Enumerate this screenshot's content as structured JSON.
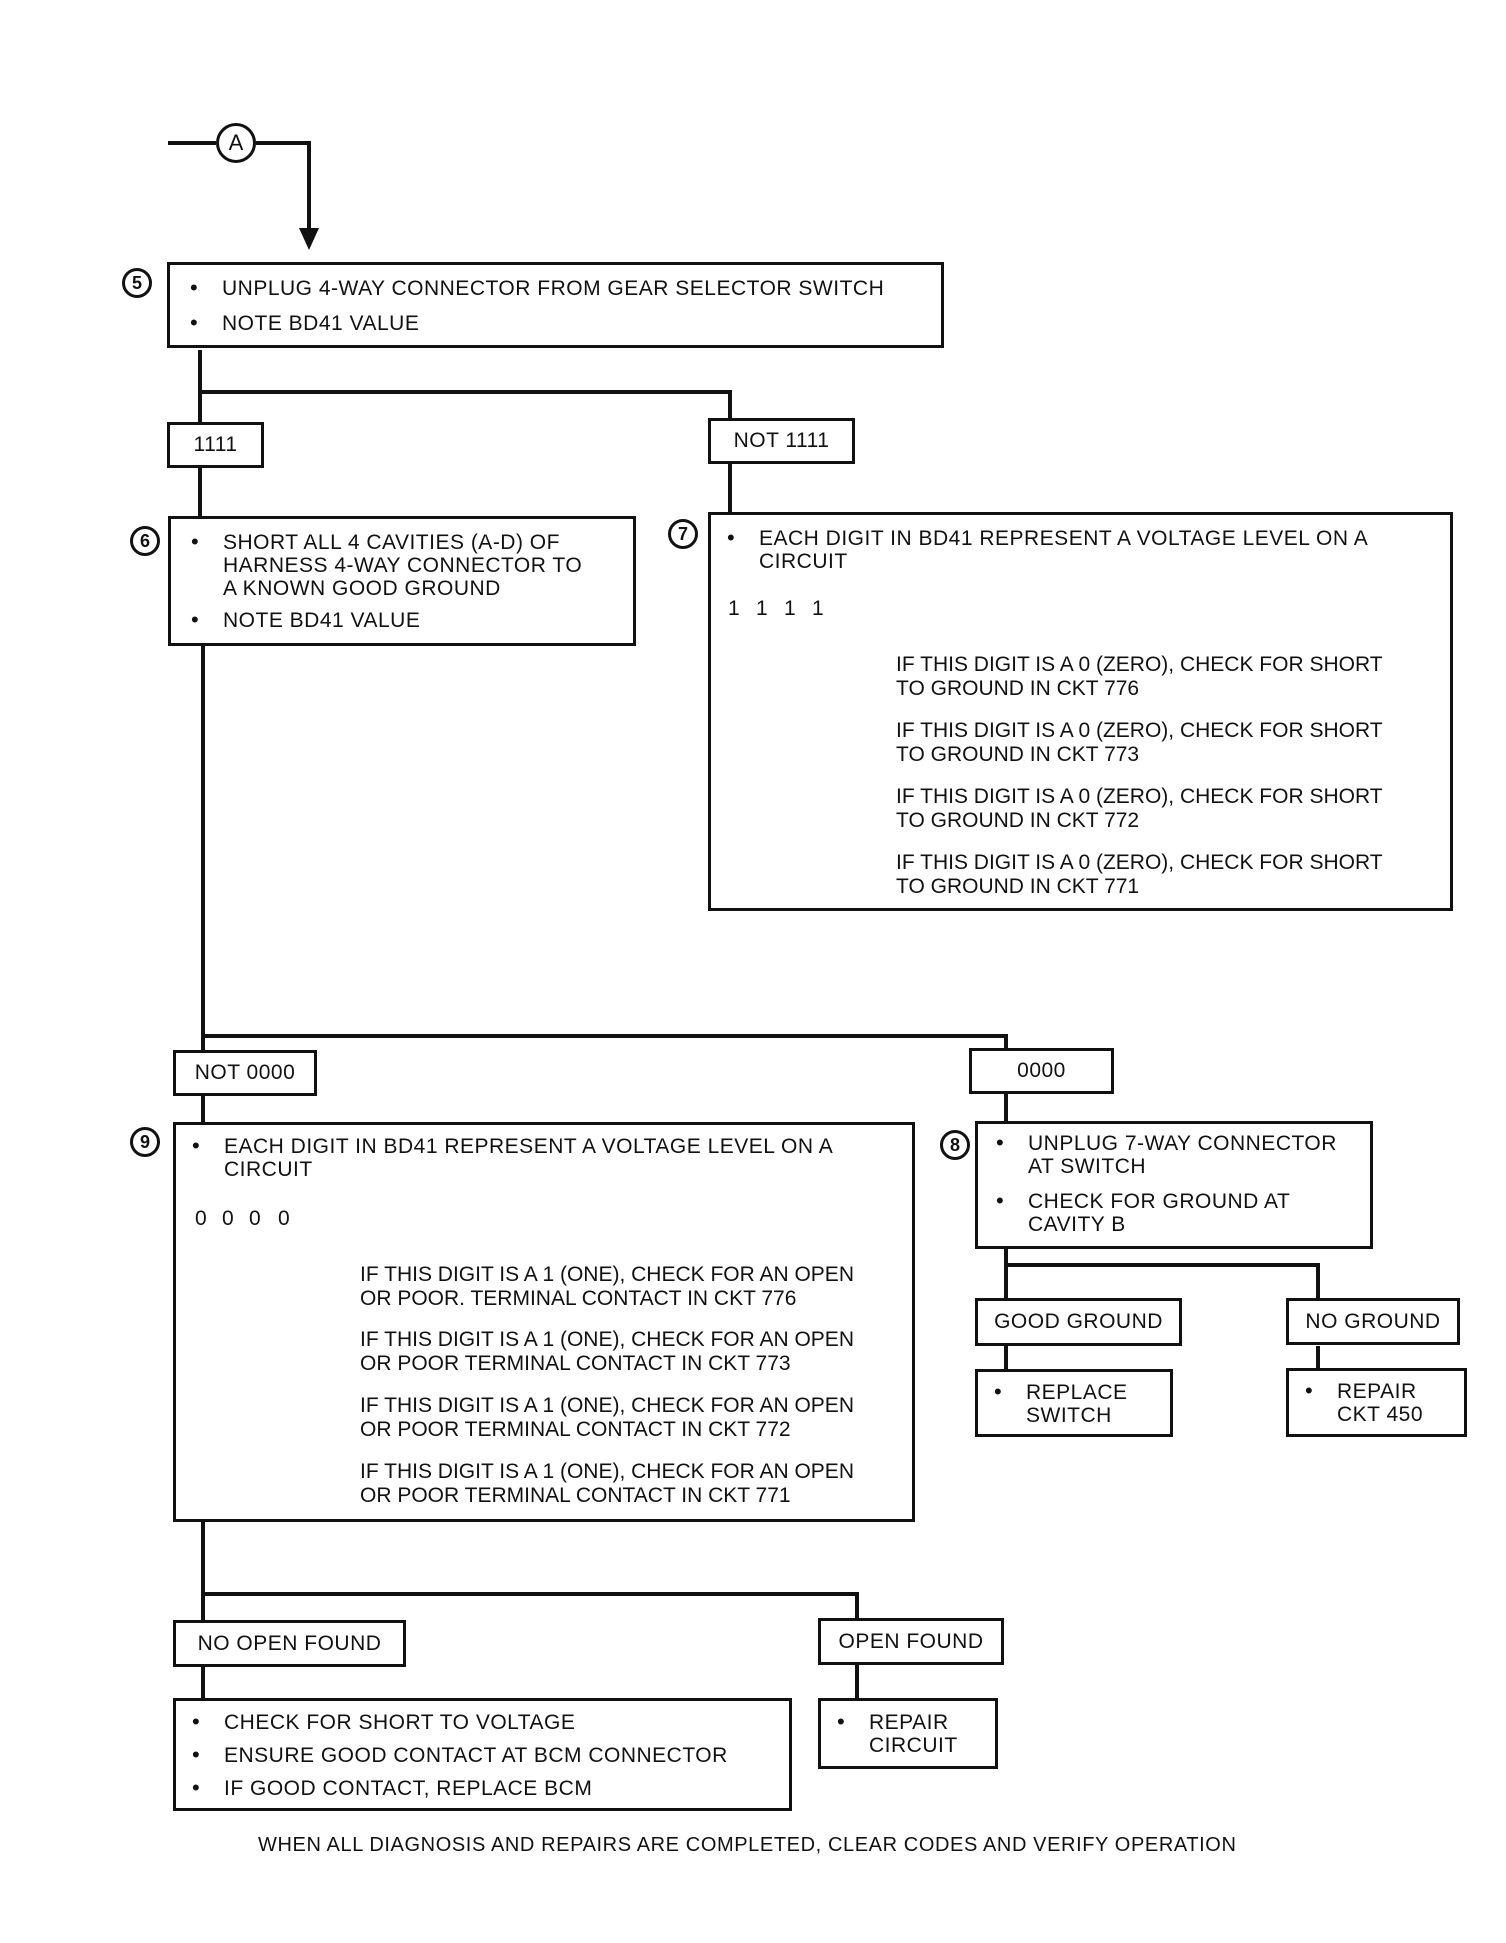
{
  "connector": "A",
  "step5": {
    "num": "5",
    "items": [
      "UNPLUG 4-WAY CONNECTOR FROM GEAR SELECTOR SWITCH",
      "NOTE BD41 VALUE"
    ]
  },
  "branch1": {
    "left": "1111",
    "right": "NOT 1111"
  },
  "step6": {
    "num": "6",
    "item1": [
      "SHORT ALL 4 CAVITIES (A-D) OF",
      "HARNESS 4-WAY CONNECTOR TO",
      "A KNOWN GOOD GROUND"
    ],
    "item2": "NOTE BD41 VALUE"
  },
  "step7": {
    "num": "7",
    "intro": [
      "EACH DIGIT IN BD41 REPRESENT A VOLTAGE LEVEL ON A",
      "CIRCUIT"
    ],
    "digits": [
      "1",
      "1",
      "1",
      "1"
    ],
    "checks": [
      [
        "IF THIS DIGIT IS A 0 (ZERO), CHECK FOR SHORT",
        "TO GROUND IN CKT 776"
      ],
      [
        "IF THIS DIGIT IS A 0 (ZERO), CHECK FOR SHORT",
        "TO GROUND IN CKT 773"
      ],
      [
        "IF THIS DIGIT IS A 0 (ZERO), CHECK FOR SHORT",
        "TO GROUND IN CKT 772"
      ],
      [
        "IF THIS DIGIT IS A 0 (ZERO), CHECK FOR SHORT",
        "TO GROUND IN CKT 771"
      ]
    ]
  },
  "branch2": {
    "left": "NOT 0000",
    "right": "0000"
  },
  "step9": {
    "num": "9",
    "intro": [
      "EACH DIGIT IN BD41 REPRESENT A VOLTAGE LEVEL ON A",
      "CIRCUIT"
    ],
    "digits": [
      "0",
      "0",
      "0",
      "0"
    ],
    "checks": [
      [
        "IF THIS DIGIT IS A 1 (ONE), CHECK FOR AN OPEN",
        "OR POOR.  TERMINAL CONTACT IN CKT 776"
      ],
      [
        "IF THIS DIGIT IS A 1 (ONE), CHECK FOR AN OPEN",
        "OR POOR TERMINAL CONTACT IN CKT 773"
      ],
      [
        "IF THIS DIGIT IS A 1 (ONE), CHECK FOR AN OPEN",
        "OR POOR TERMINAL CONTACT IN CKT 772"
      ],
      [
        "IF THIS DIGIT IS A 1 (ONE), CHECK FOR AN OPEN",
        "OR POOR TERMINAL CONTACT IN CKT 771"
      ]
    ]
  },
  "step8": {
    "num": "8",
    "item1": [
      "UNPLUG 7-WAY CONNECTOR",
      "AT SWITCH"
    ],
    "item2": [
      "CHECK FOR GROUND AT",
      "CAVITY B"
    ]
  },
  "branch3": {
    "left": "GOOD GROUND",
    "right": "NO GROUND"
  },
  "replace_switch": [
    "REPLACE",
    "SWITCH"
  ],
  "repair_ckt": [
    "REPAIR",
    "CKT 450"
  ],
  "branch4": {
    "left": "NO OPEN FOUND",
    "right": "OPEN FOUND"
  },
  "final_left": [
    "CHECK FOR SHORT TO VOLTAGE",
    "ENSURE GOOD CONTACT AT BCM CONNECTOR",
    "IF GOOD CONTACT, REPLACE BCM"
  ],
  "final_right": [
    "REPAIR",
    "CIRCUIT"
  ],
  "footer": "WHEN ALL DIAGNOSIS AND REPAIRS ARE COMPLETED, CLEAR CODES AND VERIFY OPERATION"
}
